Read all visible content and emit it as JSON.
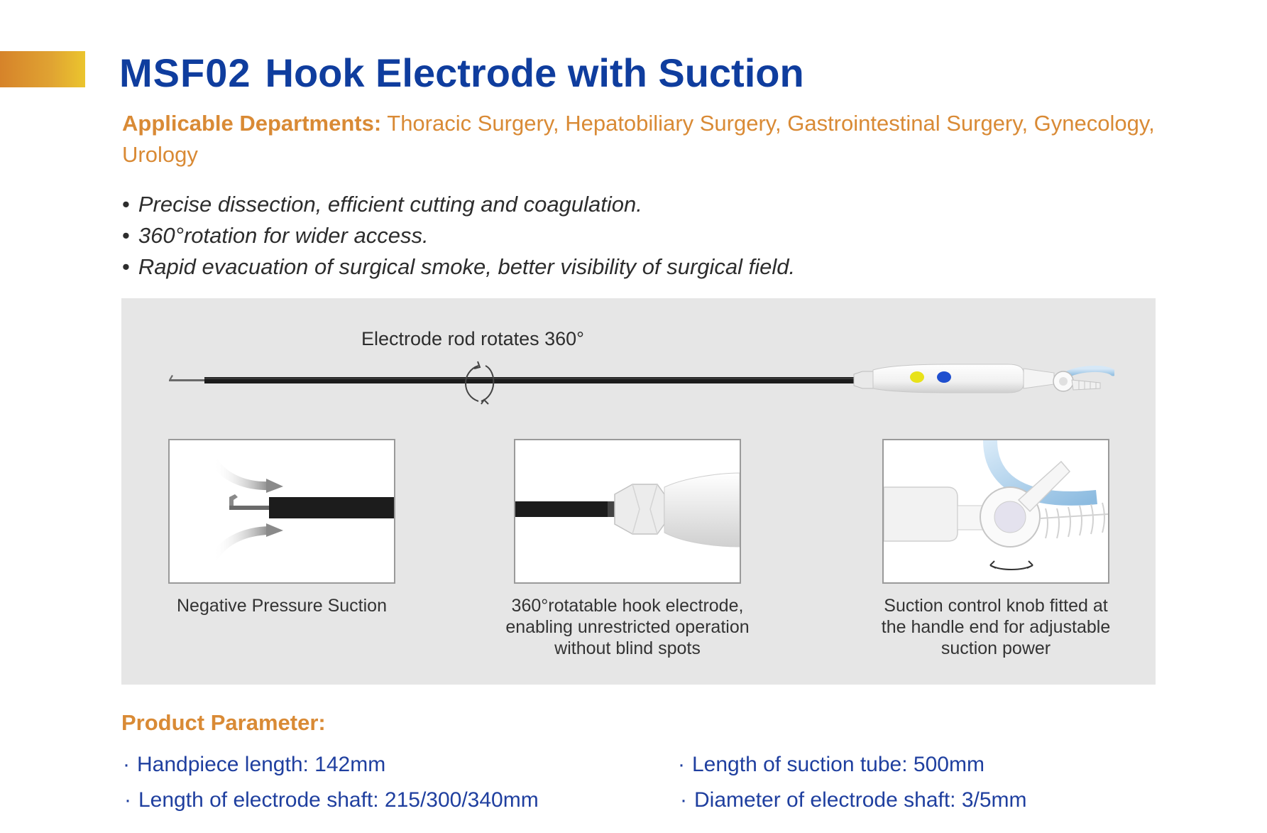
{
  "header": {
    "model": "MSF02",
    "title": "Hook Electrode with Suction"
  },
  "departments": {
    "label": "Applicable Departments:",
    "text": " Thoracic Surgery, Hepatobiliary Surgery, Gastrointestinal Surgery, Gynecology, Urology"
  },
  "features": [
    "Precise dissection, efficient cutting and coagulation.",
    "360°rotation for wider access.",
    "Rapid evacuation of surgical smoke, better visibility of surgical field."
  ],
  "bullet": "•",
  "diagram": {
    "rotate_label": "Electrode rod rotates 360°",
    "button_colors": {
      "yellow": "#e8e21a",
      "blue": "#1f4fcf"
    },
    "captions": [
      {
        "lines": [
          "Negative Pressure Suction"
        ]
      },
      {
        "lines": [
          "360°rotatable hook electrode,",
          "enabling unrestricted operation",
          "without blind spots"
        ]
      },
      {
        "lines": [
          "Suction control knob fitted at",
          "the handle end for adjustable",
          "suction power"
        ]
      }
    ]
  },
  "parameters": {
    "title": "Product Parameter:",
    "bullet": "·",
    "items": [
      "Handpiece length: 142mm",
      "Length of suction tube: 500mm",
      "Length of electrode shaft: 215/300/340mm",
      "Diameter of electrode shaft: 3/5mm"
    ]
  },
  "colors": {
    "title_blue": "#0f3d9e",
    "accent_orange": "#d98a35",
    "param_blue": "#1f3f9f",
    "panel_gray": "#e6e6e6"
  }
}
